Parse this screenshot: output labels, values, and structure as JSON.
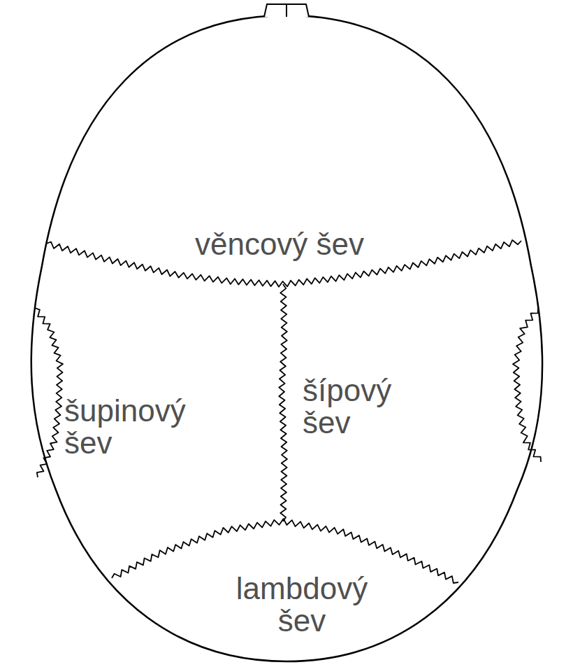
{
  "diagram": {
    "labels": [
      "věncový šev",
      "šípový šev",
      "šupinový šev",
      "lambdový šev"
    ]
  }
}
